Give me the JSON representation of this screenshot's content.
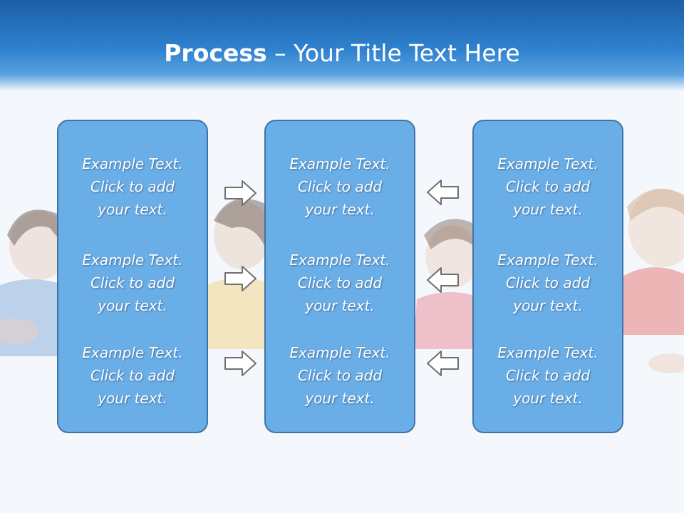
{
  "title": {
    "bold": "Process",
    "rest": " – Your Title Text Here"
  },
  "columns": [
    {
      "items": [
        {
          "line1": "Example Text.",
          "line2": "Click  to add",
          "line3": "your text."
        },
        {
          "line1": "Example Text.",
          "line2": "Click  to add",
          "line3": "your text."
        },
        {
          "line1": "Example Text.",
          "line2": "Click  to add",
          "line3": "your text."
        }
      ]
    },
    {
      "items": [
        {
          "line1": "Example Text.",
          "line2": "Click  to add",
          "line3": "your text."
        },
        {
          "line1": "Example Text.",
          "line2": "Click  to add",
          "line3": "your text."
        },
        {
          "line1": "Example Text.",
          "line2": "Click  to add",
          "line3": "your text."
        }
      ]
    },
    {
      "items": [
        {
          "line1": "Example Text.",
          "line2": "Click  to add",
          "line3": "your text."
        },
        {
          "line1": "Example Text.",
          "line2": "Click  to add",
          "line3": "your text."
        },
        {
          "line1": "Example Text.",
          "line2": "Click  to add",
          "line3": "your text."
        }
      ]
    }
  ],
  "icons": {
    "left_arrows": "arrow-right-icon",
    "right_arrows": "arrow-left-icon"
  },
  "colors": {
    "header": "#2f82cf",
    "panel_fill": "#6aaee8",
    "panel_border": "#3f74a6",
    "background": "#f4f8fd"
  }
}
